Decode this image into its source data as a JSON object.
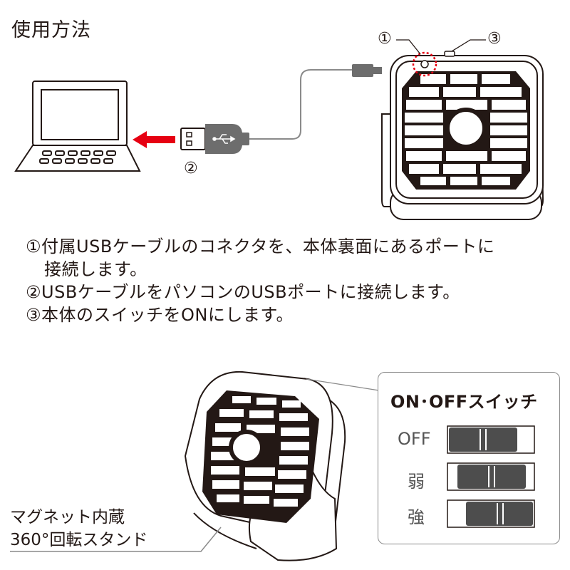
{
  "title": "使用方法",
  "callouts": {
    "c1": "①",
    "c2": "②",
    "c3": "③"
  },
  "steps": {
    "step1_line1": "①付属USBケーブルのコネクタを、本体裏面にあるポートに",
    "step1_line2": "接続します。",
    "step2": "②USBケーブルをパソコンのUSBポートに接続します。",
    "step3": "③本体のスイッチをONにします。"
  },
  "switch_panel": {
    "title": "ON･OFFスイッチ",
    "off": "OFF",
    "weak": "弱",
    "strong": "強"
  },
  "feature": {
    "line1": "マグネット内蔵",
    "line2": "360°回転スタンド"
  },
  "colors": {
    "arrow": "#e60012",
    "highlight": "#e60012",
    "ink": "#231815",
    "switch_knob": "#4d4d4d"
  }
}
